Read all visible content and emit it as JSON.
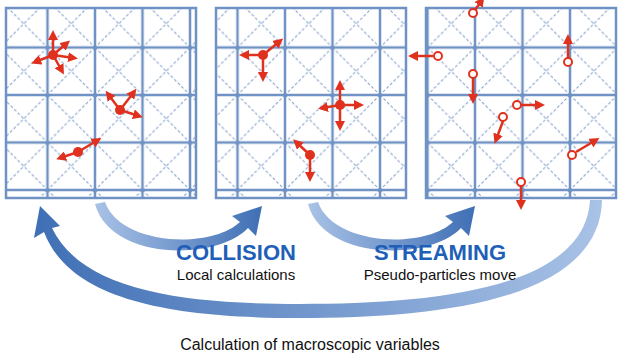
{
  "diagram": {
    "labels": [
      "COLLISION",
      "Local calculations",
      "STREAMING",
      "Pseudo-particles move",
      "Calculation of macroscopic variables"
    ]
  }
}
